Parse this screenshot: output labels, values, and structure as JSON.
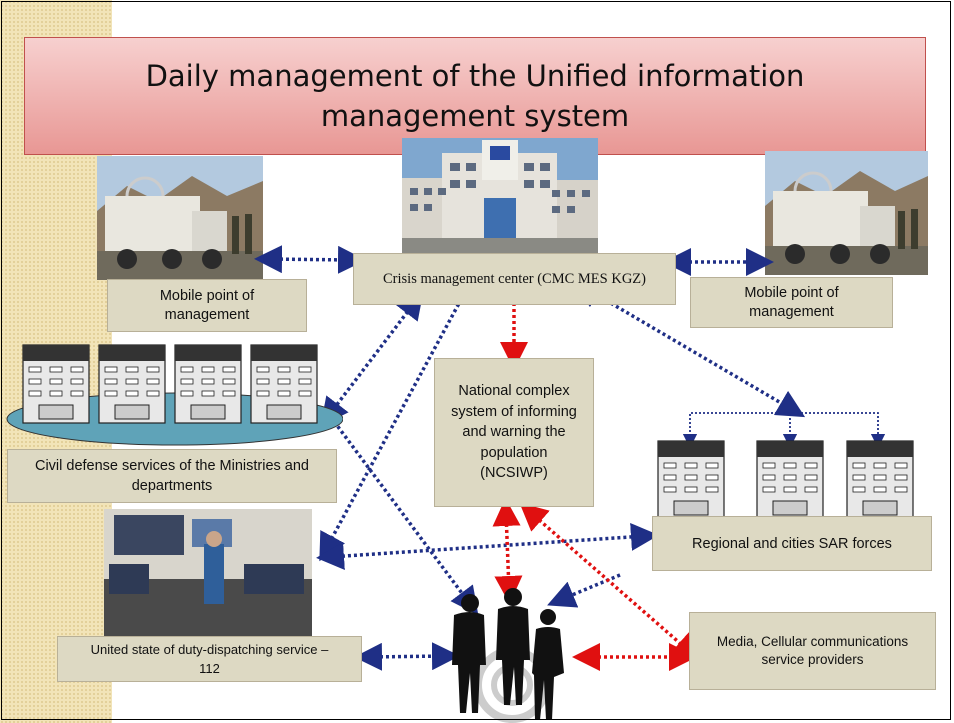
{
  "title": "Daily management of the Unified  information management system",
  "nodes": {
    "cmc": "Crisis management center (CMC MES KGZ)",
    "mobile_left": "Mobile point of management",
    "mobile_right": "Mobile point of management",
    "ncsiwp": "National complex system of informing and warning the population (NCSIWP)",
    "civil_defense": "Civil defense services of the Ministries and departments",
    "sar": "Regional and cities SAR forces",
    "dispatch": "United state of duty-dispatching service – 112",
    "media": "Media, Cellular communications service providers"
  },
  "colors": {
    "title_top": "#f7d0cf",
    "title_bottom": "#e89794",
    "box_fill": "#ddd9c3",
    "link_blue": "#1f2f86",
    "link_red": "#e01010",
    "side_strip": "#f2e4b8"
  },
  "icons": [
    "truck-photo",
    "building-photo",
    "office-building-icon",
    "dispatch-room-photo",
    "people-silhouette-icon"
  ]
}
